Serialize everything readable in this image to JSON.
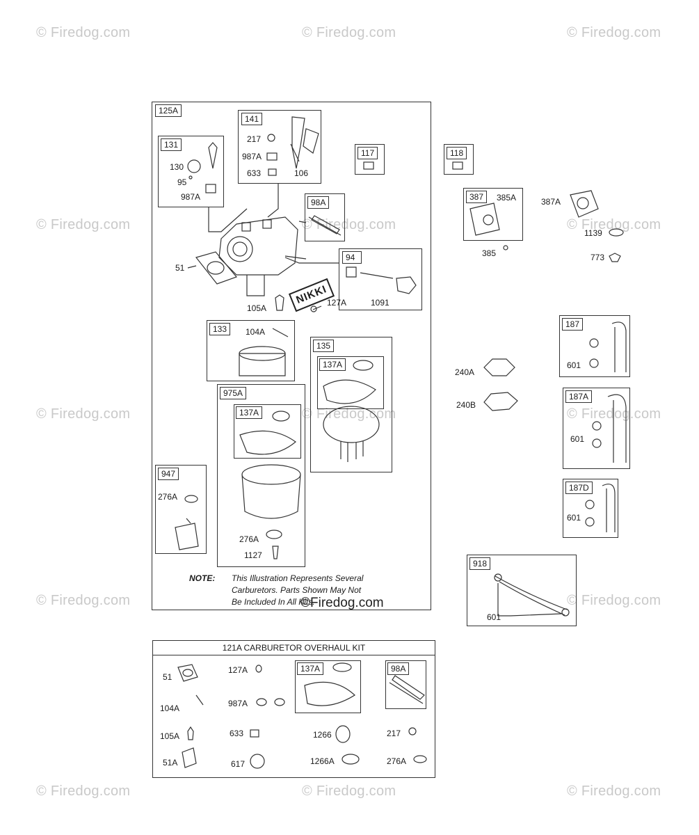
{
  "watermark": "© Firedog.com",
  "boxes": {
    "b125A": "125A",
    "b141": "141",
    "b131": "131",
    "b117": "117",
    "b118": "118",
    "b98A": "98A",
    "b94": "94",
    "b387": "387",
    "b133": "133",
    "b135": "135",
    "b137A_1": "137A",
    "b975A": "975A",
    "b137A_2": "137A",
    "b947": "947",
    "b187": "187",
    "b187A": "187A",
    "b187D": "187D",
    "b918": "918",
    "kit_137A": "137A",
    "kit_98A": "98A"
  },
  "labels": {
    "l217": "217",
    "l987A_141": "987A",
    "l633_141": "633",
    "l106": "106",
    "l130": "130",
    "l95": "95",
    "l987A_131": "987A",
    "l51": "51",
    "l105A": "105A",
    "l127A": "127A",
    "l1091": "1091",
    "nikki": "NIKKI",
    "l385A": "385A",
    "l385": "385",
    "l387A": "387A",
    "l1139": "1139",
    "l773": "773",
    "l104A": "104A",
    "l240A": "240A",
    "l240B": "240B",
    "l601_187": "601",
    "l601_187A": "601",
    "l601_187D": "601",
    "l601_918": "601",
    "l276A_947": "276A",
    "l276A_975": "276A",
    "l1127": "1127"
  },
  "note": {
    "title": "NOTE:",
    "line1": "This Illustration Represents Several",
    "line2": "Carburetors. Parts Shown May Not",
    "line3": "Be Included In All Kits."
  },
  "copyright_stamp": "©Firedog.com",
  "kit": {
    "title": "121A CARBURETOR OVERHAUL KIT",
    "k51": "51",
    "k104A": "104A",
    "k105A": "105A",
    "k51A": "51A",
    "k127A": "127A",
    "k987A": "987A",
    "k633": "633",
    "k617": "617",
    "k1266": "1266",
    "k1266A": "1266A",
    "k217": "217",
    "k276A": "276A"
  }
}
